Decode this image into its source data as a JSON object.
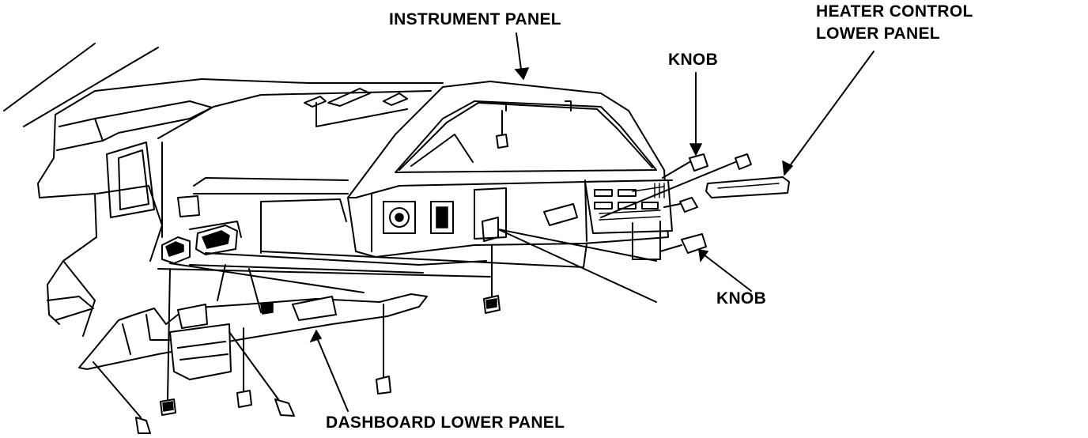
{
  "labels": {
    "instrument_panel": "INSTRUMENT PANEL",
    "heater_control_line1": "HEATER CONTROL",
    "heater_control_line2": "LOWER PANEL",
    "knob_upper": "KNOB",
    "knob_lower": "KNOB",
    "dashboard_lower_panel": "DASHBOARD LOWER PANEL"
  },
  "colors": {
    "ink": "#000000",
    "paper": "#ffffff"
  }
}
